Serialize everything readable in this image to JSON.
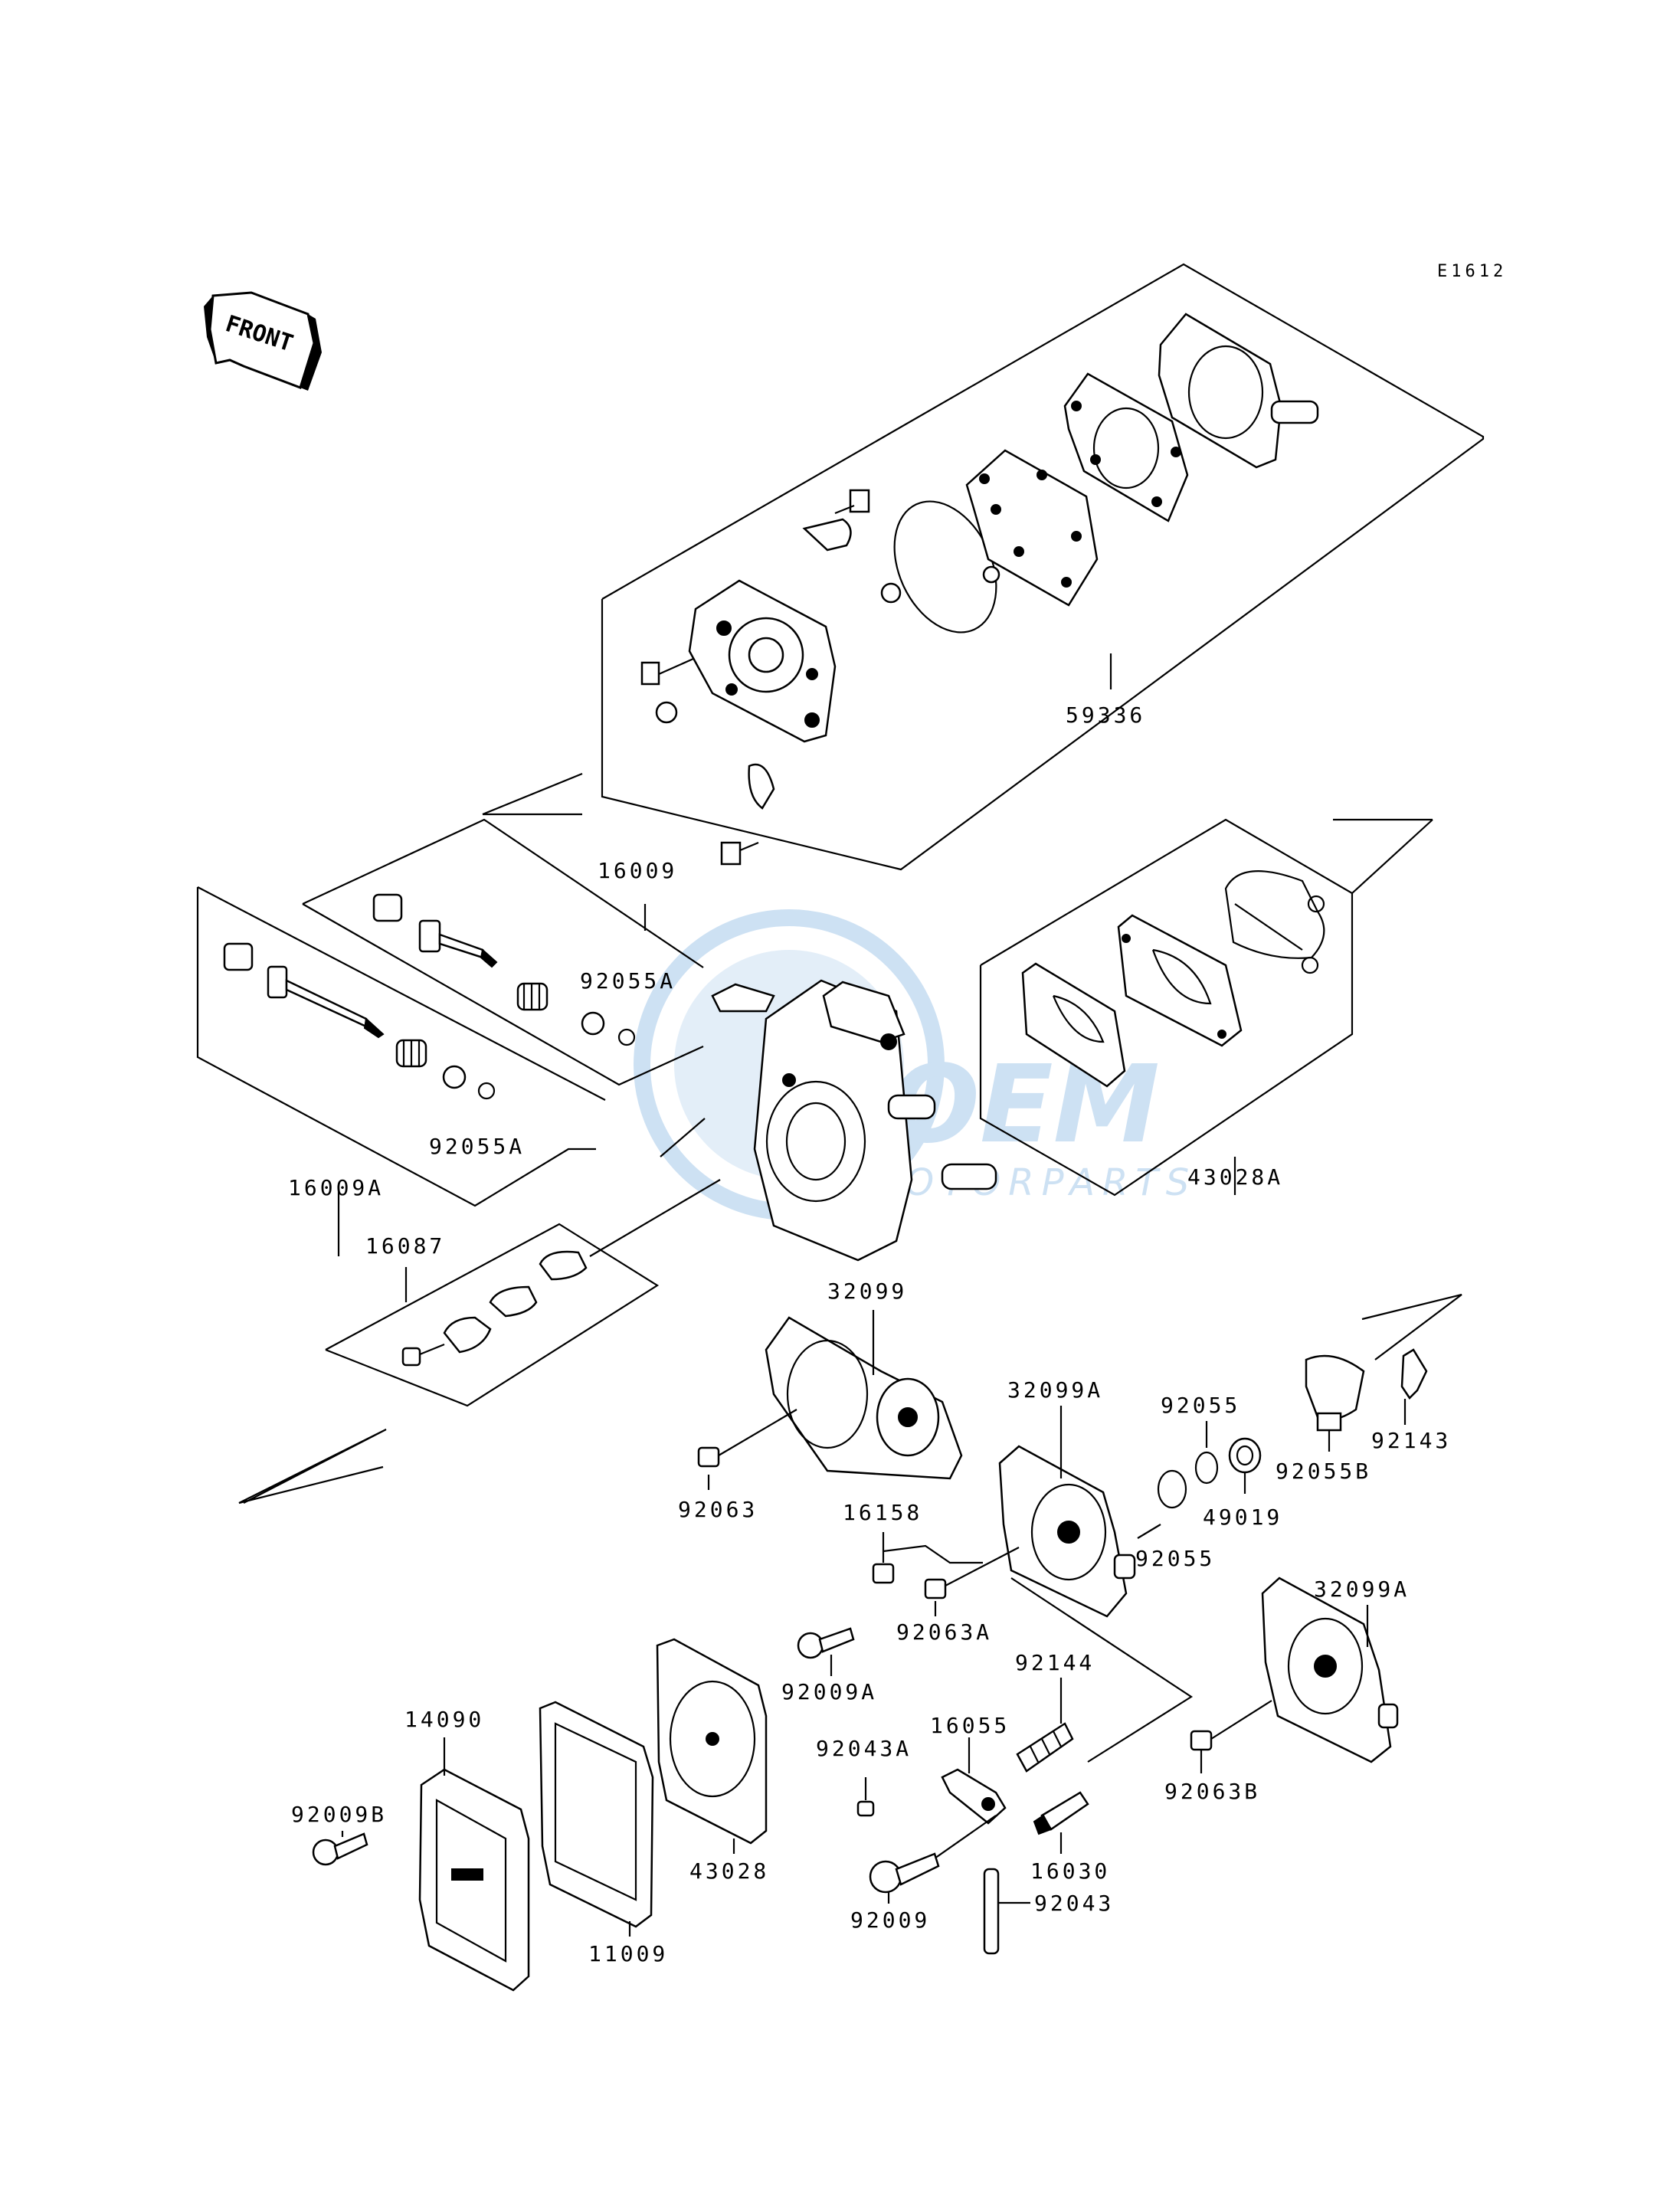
{
  "reference_code": "E1612",
  "front_arrow_label": "FRONT",
  "watermark": {
    "text_main": "OEM",
    "text_sub": "MOTORPARTS",
    "color": "#6fa8dc"
  },
  "part_labels": {
    "p59336": "59336",
    "p16009": "16009",
    "p92055A_top": "92055A",
    "p92055A_bottom": "92055A",
    "p16009A": "16009A",
    "p43028A": "43028A",
    "p16087": "16087",
    "p32099": "32099",
    "p32099A_mid": "32099A",
    "p92055_a": "92055",
    "p92055B": "92055B",
    "p92143": "92143",
    "p49019": "49019",
    "p92055_b": "92055",
    "p92063": "92063",
    "p16158": "16158",
    "p92063A": "92063A",
    "p32099A_right": "32099A",
    "p92009A": "92009A",
    "p92144": "92144",
    "p14090": "14090",
    "p92009B": "92009B",
    "p16055": "16055",
    "p92043A": "92043A",
    "p92063B": "92063B",
    "p16030": "16030",
    "p43028": "43028",
    "p11009": "11009",
    "p92009": "92009",
    "p92043": "92043"
  }
}
